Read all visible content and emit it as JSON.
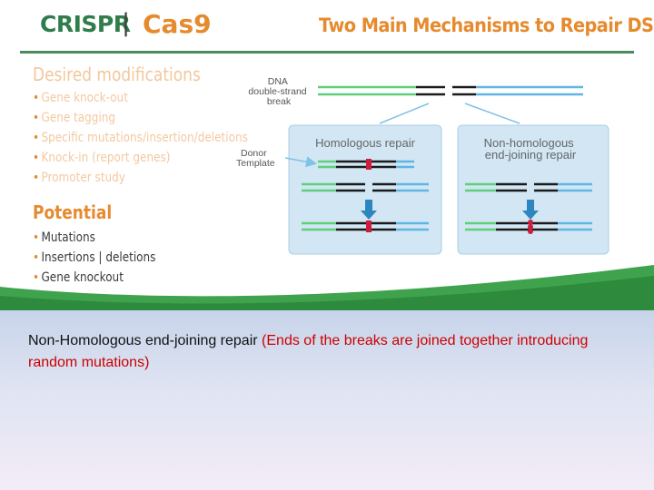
{
  "title": {
    "left": "CRISPR",
    "separator": "|",
    "cas": "Cas9",
    "right": "Two Main Mechanisms to Repair DSB"
  },
  "desired": {
    "heading": "Desired modifications",
    "items": [
      "Gene knock-out",
      "Gene tagging",
      "Specific mutations/insertion/deletions",
      "Knock-in (report genes)",
      "Promoter study"
    ]
  },
  "potential": {
    "heading": "Potential",
    "items": [
      "Mutations",
      "Insertions | deletions",
      "Gene knockout"
    ]
  },
  "bullet_char": "•",
  "diagram": {
    "dna_label": [
      "DNA",
      "double-strand",
      "break"
    ],
    "donor_label": [
      "Donor",
      "Template"
    ],
    "hr_title": [
      "Homologous repair"
    ],
    "nhej_title": [
      "Non-homologous",
      "end-joining repair"
    ]
  },
  "colors": {
    "strand_green": "#5fd07a",
    "strand_blue": "#5fb6e3",
    "strand_black": "#1a1a1a",
    "mutation_red": "#cc1e3c",
    "panel_bg": "#d2e6f4",
    "accent_orange": "#e68a2e"
  },
  "caption": {
    "main": "Non-Homologous end-joining repair",
    "note": "(Ends of the breaks are joined together introducing random mutations)"
  }
}
